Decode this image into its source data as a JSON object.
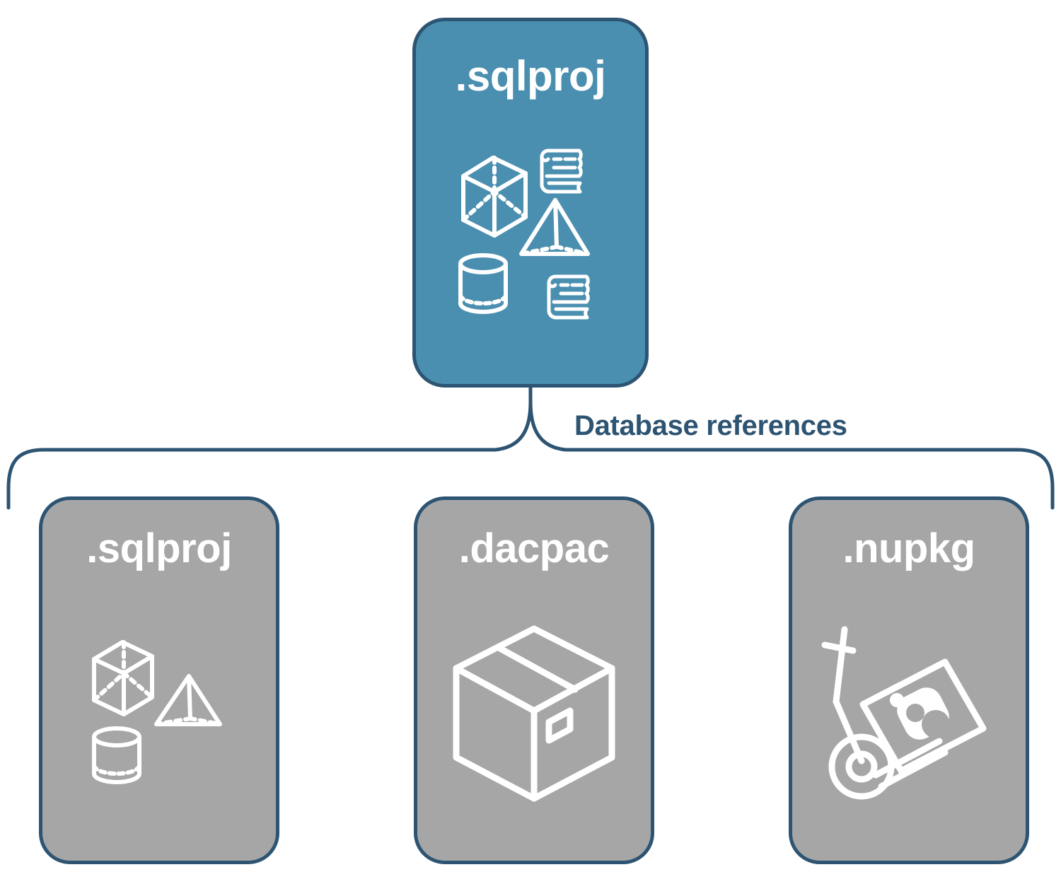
{
  "diagram": {
    "title": "Database references",
    "colors": {
      "primary_card_fill": "#4a8fb0",
      "secondary_card_fill": "#a6a6a6",
      "border": "#2d5472",
      "label_text": "#2d5472",
      "icon_stroke": "#ffffff",
      "background": "#ffffff"
    }
  },
  "source_card": {
    "label": ".sqlproj",
    "icons": [
      "cube-icon",
      "scroll-icon",
      "pyramid-icon",
      "cylinder-icon",
      "scroll-icon"
    ]
  },
  "connector": {
    "label": "Database references",
    "type": "brace"
  },
  "reference_cards": [
    {
      "label": ".sqlproj",
      "icons": [
        "cube-icon",
        "pyramid-icon",
        "cylinder-icon"
      ]
    },
    {
      "label": ".dacpac",
      "icons": [
        "package-box-icon"
      ]
    },
    {
      "label": ".nupkg",
      "icons": [
        "nuget-hand-truck-icon"
      ]
    }
  ]
}
